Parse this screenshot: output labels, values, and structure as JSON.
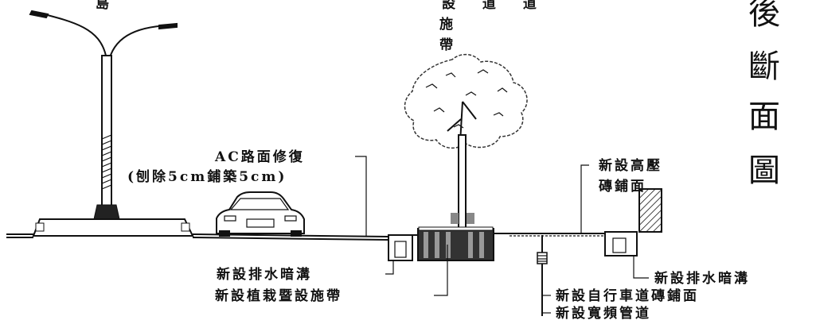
{
  "top_fragments": {
    "left": "島",
    "center_row": "設 道 道"
  },
  "vertical_center_label": [
    "施",
    "帶"
  ],
  "right_vertical_title": [
    "後",
    "斷",
    "面",
    "圖"
  ],
  "callouts": {
    "ac_repair_line1": "AC路面修復",
    "ac_repair_line2": "(刨除5cm鋪築5cm)",
    "high_pressure_brick_line1": "新設高壓",
    "high_pressure_brick_line2": "磚鋪面",
    "drain_left": "新設排水暗溝",
    "planting_strip": "新設植栽暨設施帶",
    "drain_right": "新設排水暗溝",
    "bike_lane_paving": "新設自行車道磚鋪面",
    "broadband_conduit": "新設寬頻管道"
  }
}
